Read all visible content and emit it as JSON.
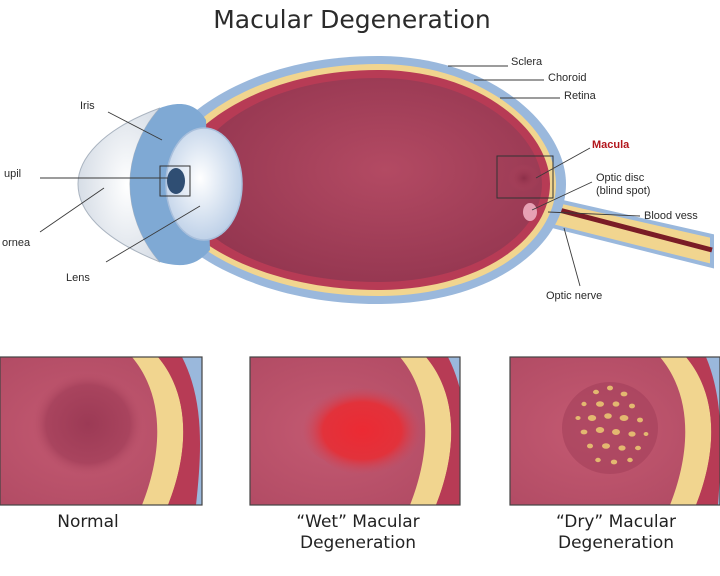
{
  "title": "Macular Degeneration",
  "labels": {
    "sclera": "Sclera",
    "choroid": "Choroid",
    "retina": "Retina",
    "macula": "Macula",
    "optic_disc_line1": "Optic disc",
    "optic_disc_line2": "(blind spot)",
    "blood_vessels": "Blood vess",
    "optic_nerve": "Optic nerve",
    "iris": "Iris",
    "pupil": "upil",
    "cornea": "ornea",
    "lens": "Lens"
  },
  "panels": {
    "normal": "Normal",
    "wet_line1": "“Wet” Macular",
    "wet_line2": "Degeneration",
    "dry_line1": "“Dry” Macular",
    "dry_line2": "Degeneration"
  },
  "colors": {
    "sclera": "#9ab8dc",
    "choroid": "#b73b55",
    "retina_band": "#f1d58f",
    "vitreous": "#a7425b",
    "wet_spot": "#e1282f",
    "dry_spots": "#e3b870",
    "lens": "#dfe9f5"
  }
}
